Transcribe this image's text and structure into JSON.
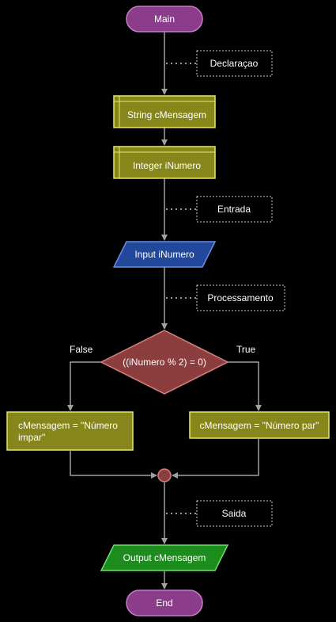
{
  "flowchart": {
    "start": "Main",
    "end": "End",
    "comments": {
      "declaration": "Declaraçao",
      "input": "Entrada",
      "processing": "Processamento",
      "output": "Saida"
    },
    "declarations": [
      "String cMensagem",
      "Integer iNumero"
    ],
    "input": "Input iNumero",
    "decision": {
      "condition": "((iNumero % 2) = 0)",
      "false_label": "False",
      "true_label": "True",
      "false_branch": [
        "cMensagem = \"Número",
        "impar\""
      ],
      "true_branch": "cMensagem = \"Número par\""
    },
    "output": "Output cMensagem"
  },
  "colors": {
    "terminal_fill": "#8b3d8b",
    "terminal_stroke": "#c77dc7",
    "declare_fill": "#86861b",
    "declare_stroke": "#e6e66b",
    "input_fill": "#22489c",
    "input_stroke": "#6a8fe0",
    "decision_fill": "#8c3d3d",
    "decision_stroke": "#d98080",
    "output_fill": "#1c8c1c",
    "output_stroke": "#6ee06e",
    "arrow": "#a0a0a0",
    "comment": "#cfcfcf"
  }
}
